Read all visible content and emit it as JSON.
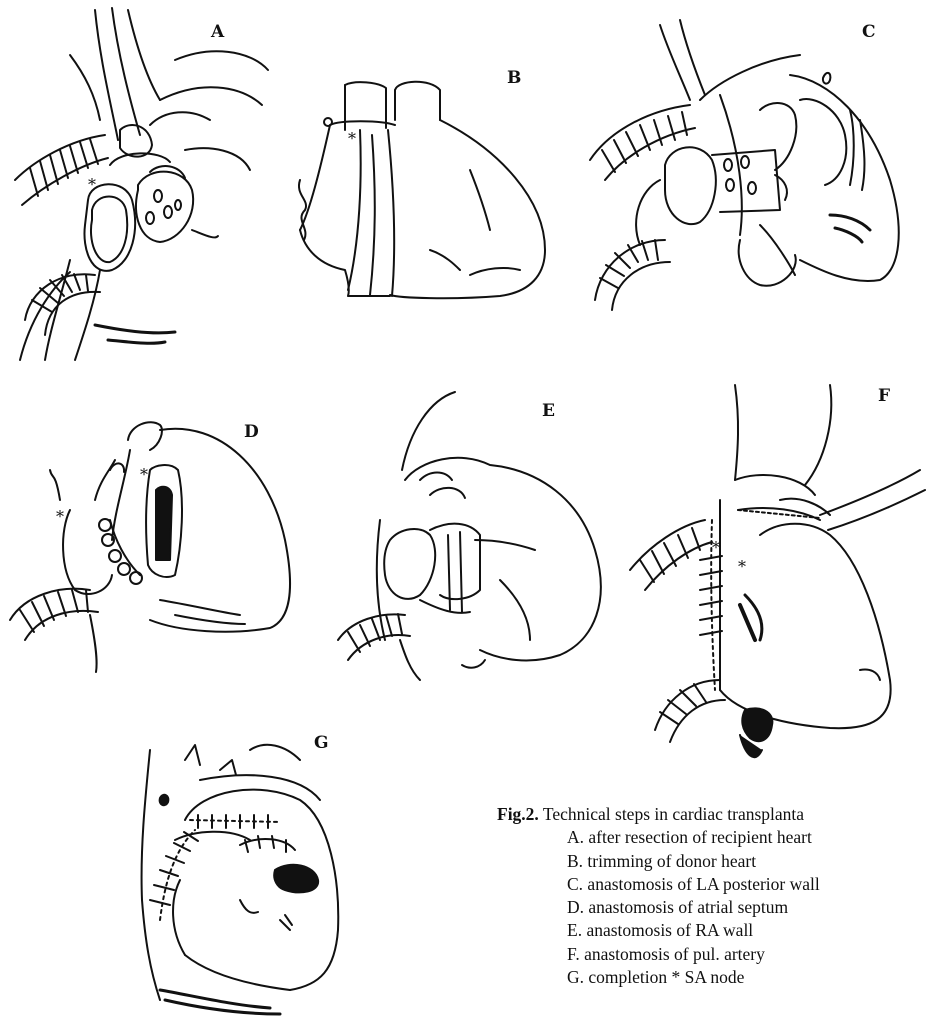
{
  "panels": [
    {
      "id": "A",
      "label": "A"
    },
    {
      "id": "B",
      "label": "B"
    },
    {
      "id": "C",
      "label": "C"
    },
    {
      "id": "D",
      "label": "D"
    },
    {
      "id": "E",
      "label": "E"
    },
    {
      "id": "F",
      "label": "F"
    },
    {
      "id": "G",
      "label": "G"
    }
  ],
  "caption": {
    "figure_number": "Fig.2.",
    "title": "Technical steps in cardiac transplanta",
    "items": [
      "A.  after resection of recipient heart",
      "B.  trimming of donor heart",
      "C.  anastomosis of LA posterior wall",
      "D.  anastomosis of atrial septum",
      "E.  anastomosis of RA wall",
      "F.  anastomosis of pul. artery",
      "G.  completion * SA node"
    ]
  }
}
